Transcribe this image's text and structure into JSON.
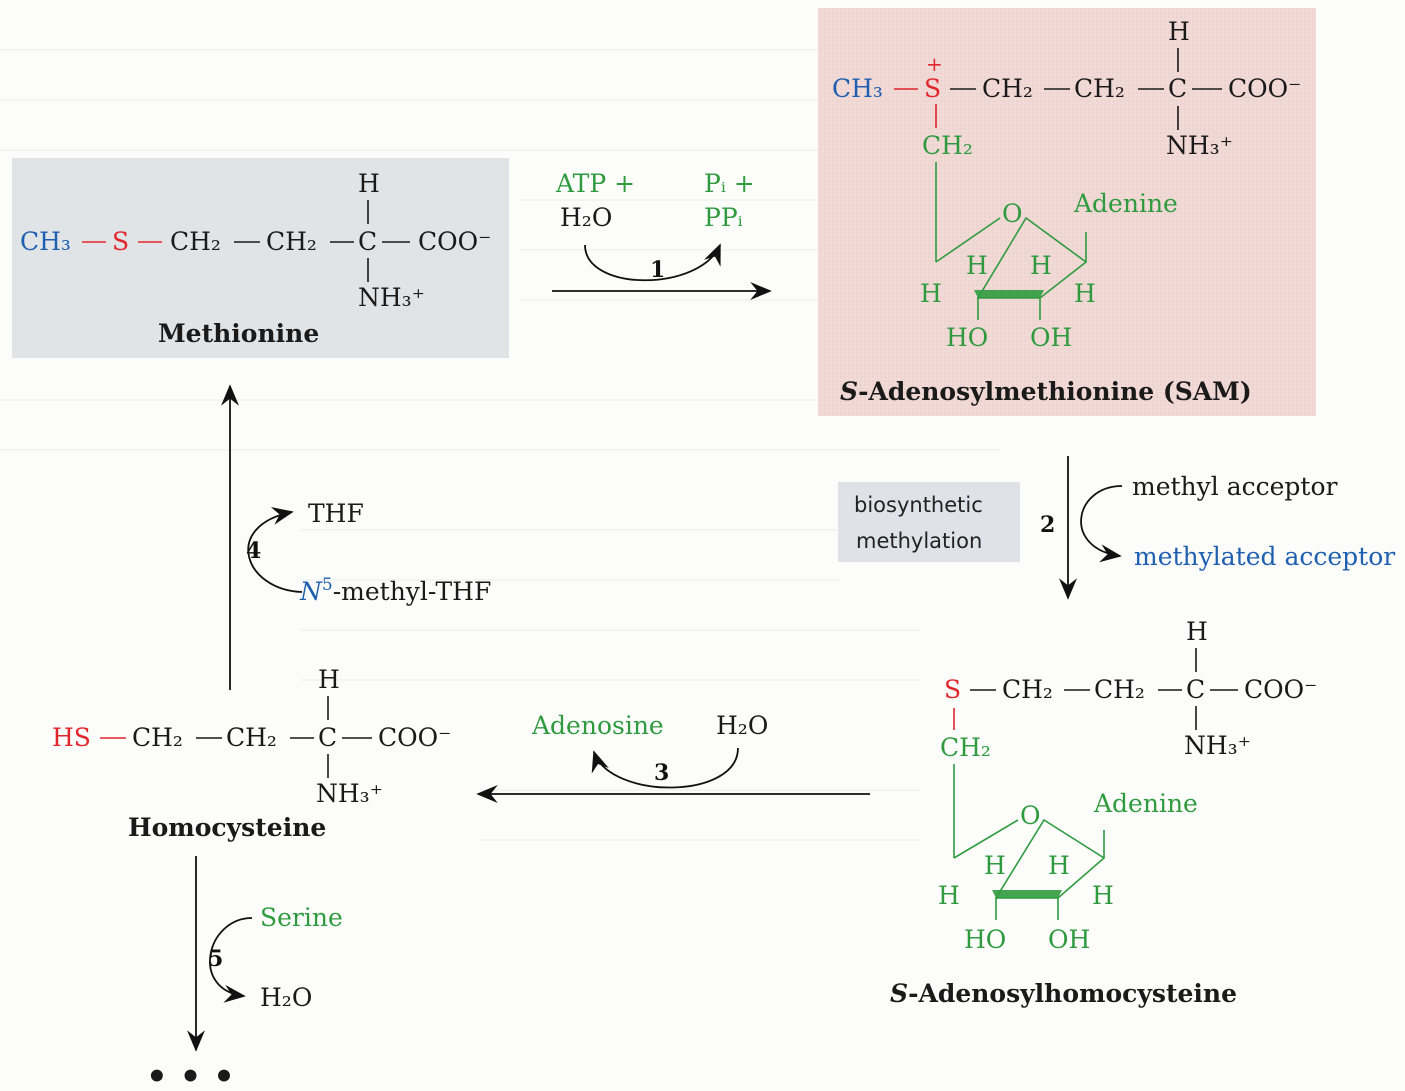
{
  "colors": {
    "methyl": "#1f5fb0",
    "sulfur": "#e0262b",
    "adenosyl": "#2f9b3e",
    "sam_box": "#f1d9d6",
    "methionine_box": "#dcdfe3"
  },
  "methionine": {
    "ch3": "CH₃",
    "s": "S",
    "ch2a": "CH₂",
    "ch2b": "CH₂",
    "c": "C",
    "coo": "COO⁻",
    "h": "H",
    "nh3": "NH₃⁺",
    "name": "Methionine"
  },
  "step1": {
    "number": "1",
    "atp": "ATP +",
    "h2o": "H₂O",
    "pi": "Pᵢ +",
    "ppi": "PPᵢ"
  },
  "sam": {
    "ch3": "CH₃",
    "plus": "+",
    "s": "S",
    "ch2a": "CH₂",
    "ch2b": "CH₂",
    "c": "C",
    "coo": "COO⁻",
    "h": "H",
    "nh3": "NH₃⁺",
    "ch2_link": "CH₂",
    "ring_o": "O",
    "adenine": "Adenine",
    "h1": "H",
    "h2": "H",
    "h3": "H",
    "h4": "H",
    "ho": "HO",
    "oh": "OH",
    "name_italic": "S",
    "name_rest": "-Adenosylmethionine (SAM)"
  },
  "step2": {
    "number": "2",
    "label_line1": "biosynthetic",
    "label_line2": "methylation",
    "in": "methyl acceptor",
    "out": "methylated acceptor"
  },
  "sah": {
    "s": "S",
    "ch2a": "CH₂",
    "ch2b": "CH₂",
    "c": "C",
    "coo": "COO⁻",
    "h": "H",
    "nh3": "NH₃⁺",
    "ch2_link": "CH₂",
    "ring_o": "O",
    "adenine": "Adenine",
    "h1": "H",
    "h2": "H",
    "h3": "H",
    "h4": "H",
    "ho": "HO",
    "oh": "OH",
    "name_italic": "S",
    "name_rest": "-Adenosylhomocysteine"
  },
  "step3": {
    "number": "3",
    "out": "Adenosine",
    "in": "H₂O"
  },
  "homocysteine": {
    "hs": "HS",
    "ch2a": "CH₂",
    "ch2b": "CH₂",
    "c": "C",
    "coo": "COO⁻",
    "h": "H",
    "nh3": "NH₃⁺",
    "name": "Homocysteine"
  },
  "step4": {
    "number": "4",
    "out": "THF",
    "in_prefix": "N",
    "in_sup": "5",
    "in_rest": "-methyl-THF"
  },
  "step5": {
    "number": "5",
    "in": "Serine",
    "out": "H₂O",
    "continuation": "• • •"
  }
}
